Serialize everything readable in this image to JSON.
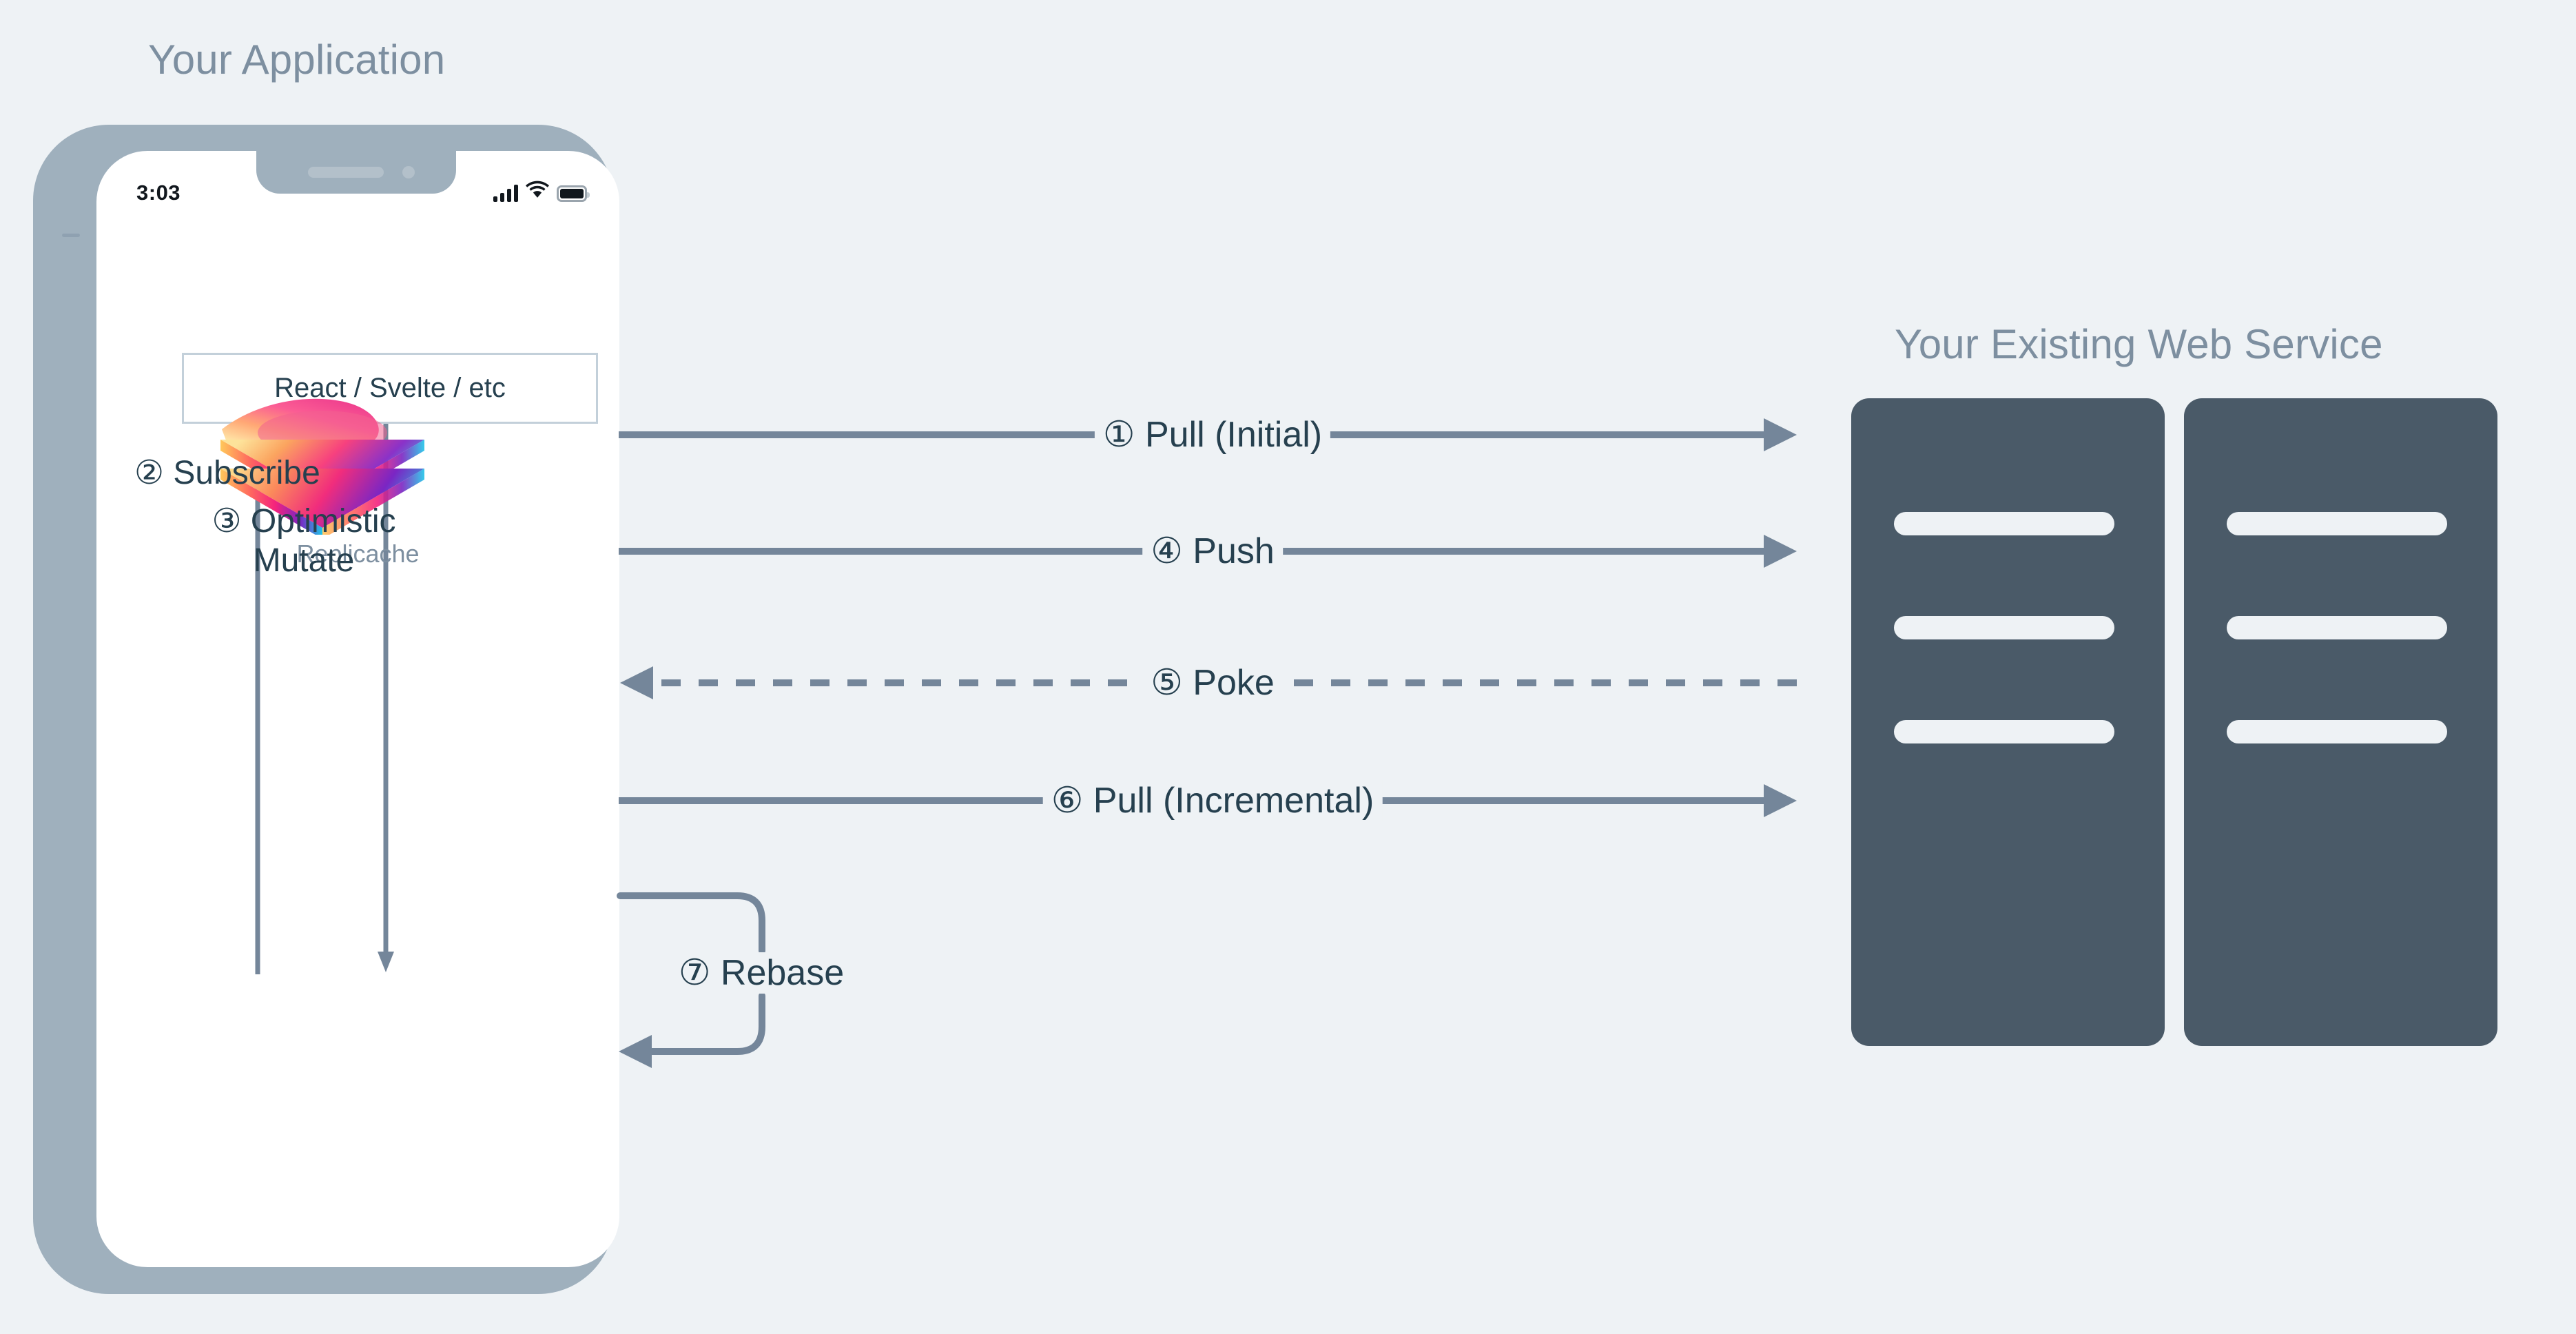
{
  "meta": {
    "background_color": "#eef2f5",
    "accent_dark": "#26404f",
    "muted_text_color": "#7d8fa0",
    "arrow_color": "#74869a",
    "phone_frame_color": "#9fb0bd",
    "server_color": "#4a5a68"
  },
  "app": {
    "title": "Your Application",
    "phone": {
      "status_bar": {
        "time": "3:03",
        "icons": [
          "signal-bars-icon",
          "wifi-icon",
          "battery-icon"
        ]
      },
      "framework_box_label": "React / Svelte / etc",
      "store": {
        "logo_name": "replicache-logo",
        "label": "Replicache"
      },
      "internal_steps": [
        {
          "number": "②",
          "label": "Subscribe",
          "direction": "up",
          "from": "Replicache",
          "to": "React / Svelte / etc"
        },
        {
          "number": "③",
          "label_line1": "Optimistic",
          "label_line2": "Mutate",
          "label": "Optimistic Mutate",
          "direction": "down",
          "from": "React / Svelte / etc",
          "to": "Replicache"
        }
      ]
    }
  },
  "service": {
    "title": "Your Existing Web Service",
    "racks": [
      {
        "name": "server-rack-1",
        "bars": 3
      },
      {
        "name": "server-rack-2",
        "bars": 3
      }
    ]
  },
  "flow_steps": [
    {
      "id": "pull-initial",
      "number": "①",
      "label": "① Pull (Initial)",
      "direction": "right",
      "style": "solid"
    },
    {
      "id": "push",
      "number": "④",
      "label": "④ Push",
      "direction": "right",
      "style": "solid"
    },
    {
      "id": "poke",
      "number": "⑤",
      "label": "⑤ Poke",
      "direction": "left",
      "style": "dashed"
    },
    {
      "id": "pull-incremental",
      "number": "⑥",
      "label": "⑥ Pull (Incremental)",
      "direction": "right",
      "style": "solid"
    },
    {
      "id": "rebase",
      "number": "⑦",
      "label": "⑦ Rebase",
      "direction": "loop-back",
      "style": "solid"
    }
  ]
}
